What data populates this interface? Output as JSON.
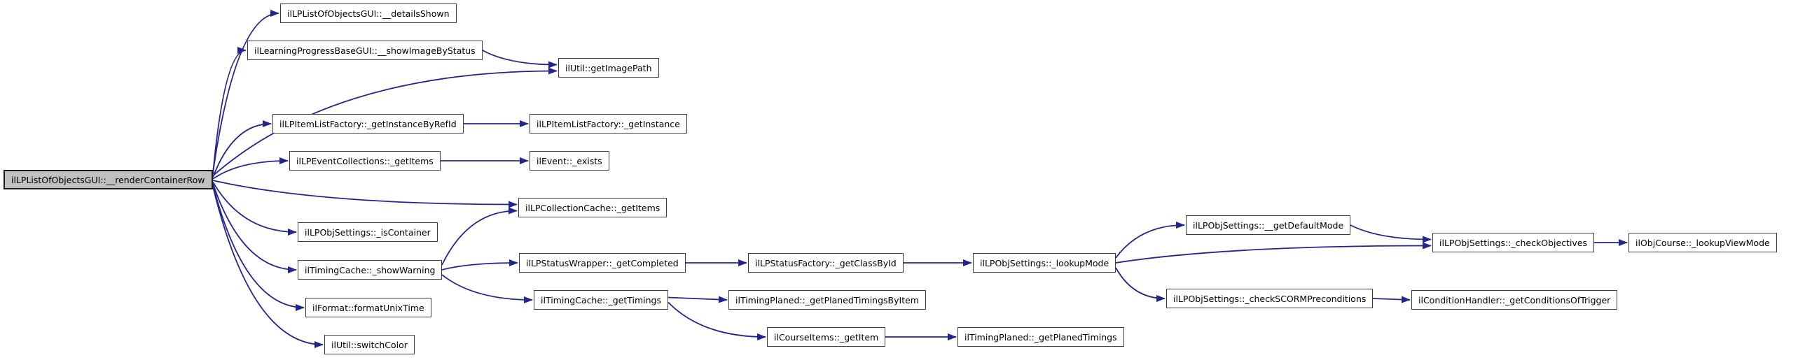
{
  "graph": {
    "title": "call graph for ilLPListOfObjectsGUI::__renderContainerRow",
    "nodes": [
      {
        "id": "render-container-row",
        "label": "ilLPListOfObjectsGUI::__renderContainerRow",
        "role": "root"
      },
      {
        "id": "details-shown",
        "label": "ilLPListOfObjectsGUI::__detailsShown",
        "role": "called"
      },
      {
        "id": "show-image-by-status",
        "label": "ilLearningProgressBaseGUI::__showImageByStatus",
        "role": "called"
      },
      {
        "id": "get-image-path",
        "label": "ilUtil::getImagePath",
        "role": "called"
      },
      {
        "id": "get-instance-by-refid",
        "label": "ilLPItemListFactory::_getInstanceByRefId",
        "role": "called"
      },
      {
        "id": "get-instance",
        "label": "ilLPItemListFactory::_getInstance",
        "role": "called"
      },
      {
        "id": "event-get-items",
        "label": "ilLPEventCollections::_getItems",
        "role": "called"
      },
      {
        "id": "event-exists",
        "label": "ilEvent::_exists",
        "role": "called"
      },
      {
        "id": "collection-get-items",
        "label": "ilLPCollectionCache::_getItems",
        "role": "called"
      },
      {
        "id": "is-container",
        "label": "ilLPObjSettings::_isContainer",
        "role": "called"
      },
      {
        "id": "show-warning",
        "label": "ilTimingCache::_showWarning",
        "role": "called"
      },
      {
        "id": "format-unix-time",
        "label": "ilFormat::formatUnixTime",
        "role": "called"
      },
      {
        "id": "switch-color",
        "label": "ilUtil::switchColor",
        "role": "called"
      },
      {
        "id": "get-completed",
        "label": "ilLPStatusWrapper::_getCompleted",
        "role": "called"
      },
      {
        "id": "get-timings",
        "label": "ilTimingCache::_getTimings",
        "role": "called"
      },
      {
        "id": "get-class-by-id",
        "label": "ilLPStatusFactory::_getClassById",
        "role": "called"
      },
      {
        "id": "lookup-mode",
        "label": "ilLPObjSettings::_lookupMode",
        "role": "called"
      },
      {
        "id": "planed-timings-by-item",
        "label": "ilTimingPlaned::_getPlanedTimingsByItem",
        "role": "called"
      },
      {
        "id": "course-get-item",
        "label": "ilCourseItems::_getItem",
        "role": "called"
      },
      {
        "id": "planed-timings",
        "label": "ilTimingPlaned::_getPlanedTimings",
        "role": "called"
      },
      {
        "id": "get-default-mode",
        "label": "ilLPObjSettings::__getDefaultMode",
        "role": "called"
      },
      {
        "id": "check-scorm-preconditions",
        "label": "ilLPObjSettings::_checkSCORMPreconditions",
        "role": "called"
      },
      {
        "id": "check-objectives",
        "label": "ilLPObjSettings::_checkObjectives",
        "role": "called"
      },
      {
        "id": "lookup-view-mode",
        "label": "ilObjCourse::_lookupViewMode",
        "role": "called"
      },
      {
        "id": "conditions-of-trigger",
        "label": "ilConditionHandler::_getConditionsOfTrigger",
        "role": "called"
      }
    ],
    "edges": [
      {
        "from": "render-container-row",
        "to": "details-shown"
      },
      {
        "from": "render-container-row",
        "to": "show-image-by-status"
      },
      {
        "from": "show-image-by-status",
        "to": "get-image-path"
      },
      {
        "from": "render-container-row",
        "to": "get-image-path"
      },
      {
        "from": "render-container-row",
        "to": "get-instance-by-refid"
      },
      {
        "from": "get-instance-by-refid",
        "to": "get-instance"
      },
      {
        "from": "render-container-row",
        "to": "event-get-items"
      },
      {
        "from": "event-get-items",
        "to": "event-exists"
      },
      {
        "from": "render-container-row",
        "to": "collection-get-items"
      },
      {
        "from": "show-warning",
        "to": "collection-get-items"
      },
      {
        "from": "render-container-row",
        "to": "is-container"
      },
      {
        "from": "render-container-row",
        "to": "show-warning"
      },
      {
        "from": "render-container-row",
        "to": "format-unix-time"
      },
      {
        "from": "render-container-row",
        "to": "switch-color"
      },
      {
        "from": "show-warning",
        "to": "get-completed"
      },
      {
        "from": "show-warning",
        "to": "get-timings"
      },
      {
        "from": "get-completed",
        "to": "get-class-by-id"
      },
      {
        "from": "get-class-by-id",
        "to": "lookup-mode"
      },
      {
        "from": "get-timings",
        "to": "planed-timings-by-item"
      },
      {
        "from": "get-timings",
        "to": "course-get-item"
      },
      {
        "from": "course-get-item",
        "to": "planed-timings"
      },
      {
        "from": "lookup-mode",
        "to": "get-default-mode"
      },
      {
        "from": "get-default-mode",
        "to": "check-objectives"
      },
      {
        "from": "lookup-mode",
        "to": "check-objectives"
      },
      {
        "from": "lookup-mode",
        "to": "check-scorm-preconditions"
      },
      {
        "from": "check-scorm-preconditions",
        "to": "conditions-of-trigger"
      },
      {
        "from": "check-objectives",
        "to": "lookup-view-mode"
      }
    ]
  },
  "colors": {
    "edge": "#24248f",
    "node_border": "#3d3d3d",
    "node_fill": "#ffffff",
    "root_fill": "#c0c0c0",
    "root_border": "#1a1a1a",
    "canvas": "#ffffff",
    "text": "#000000"
  }
}
